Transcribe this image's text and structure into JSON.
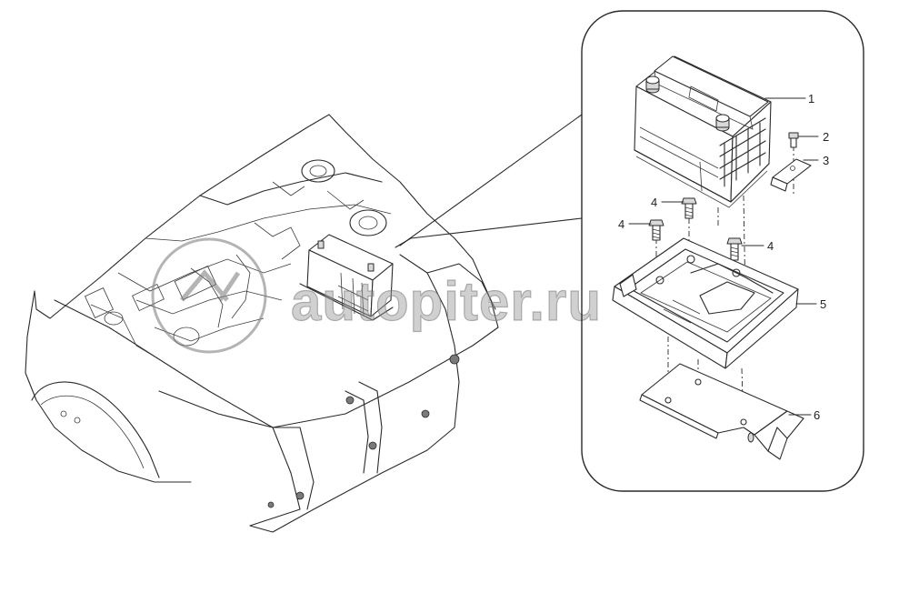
{
  "watermark": {
    "text": "autopiter.ru"
  },
  "callouts": [
    {
      "id": "1",
      "label": "1"
    },
    {
      "id": "2",
      "label": "2"
    },
    {
      "id": "3",
      "label": "3"
    },
    {
      "id": "4",
      "label": "4"
    },
    {
      "id": "5",
      "label": "5"
    },
    {
      "id": "6",
      "label": "6"
    }
  ]
}
